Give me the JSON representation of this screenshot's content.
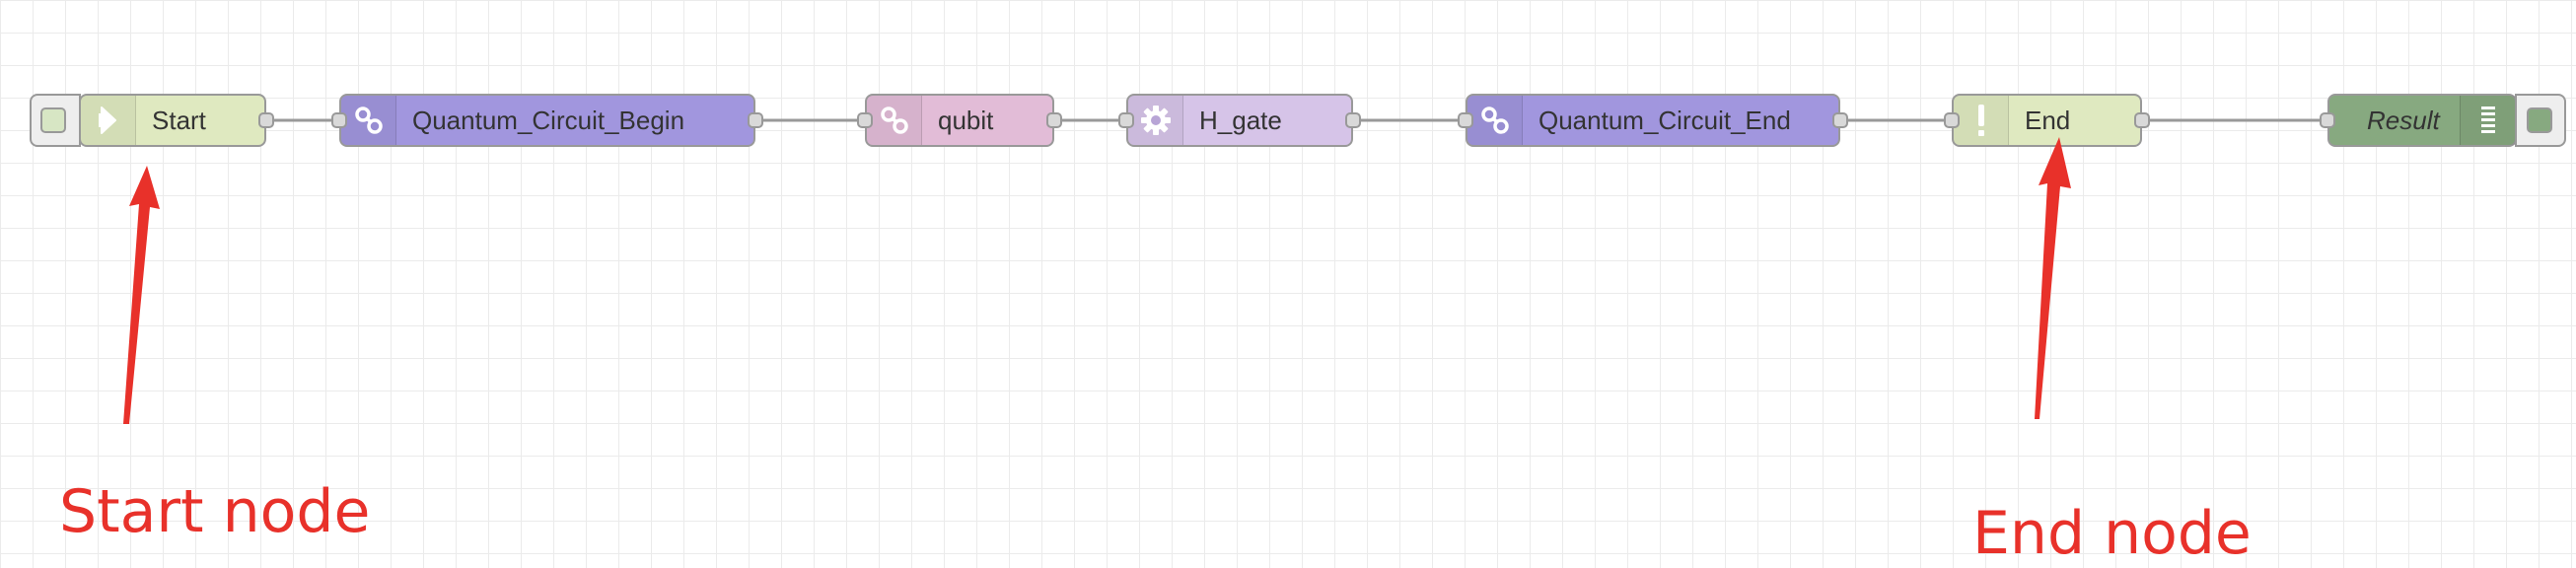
{
  "flow": {
    "nodes": [
      {
        "id": "start",
        "label": "Start",
        "color": "#dfe9c0",
        "icon": "arrow-right-icon"
      },
      {
        "id": "circuit_begin",
        "label": "Quantum_Circuit_Begin",
        "color": "#a196de",
        "icon": "link-icon"
      },
      {
        "id": "qubit",
        "label": "qubit",
        "color": "#e2bcd7",
        "icon": "link-icon"
      },
      {
        "id": "h_gate",
        "label": "H_gate",
        "color": "#d6c4e8",
        "icon": "gear-icon"
      },
      {
        "id": "circuit_end",
        "label": "Quantum_Circuit_End",
        "color": "#a196de",
        "icon": "link-icon"
      },
      {
        "id": "end",
        "label": "End",
        "color": "#dfe9c0",
        "icon": "exclamation-icon"
      },
      {
        "id": "result",
        "label": "Result",
        "color": "#87a980",
        "icon": "list-icon"
      }
    ]
  },
  "annotations": {
    "start": "Start node",
    "end": "End node"
  },
  "colors": {
    "annotation": "#e8312a",
    "wire": "#999999",
    "grid": "#ebebeb"
  }
}
